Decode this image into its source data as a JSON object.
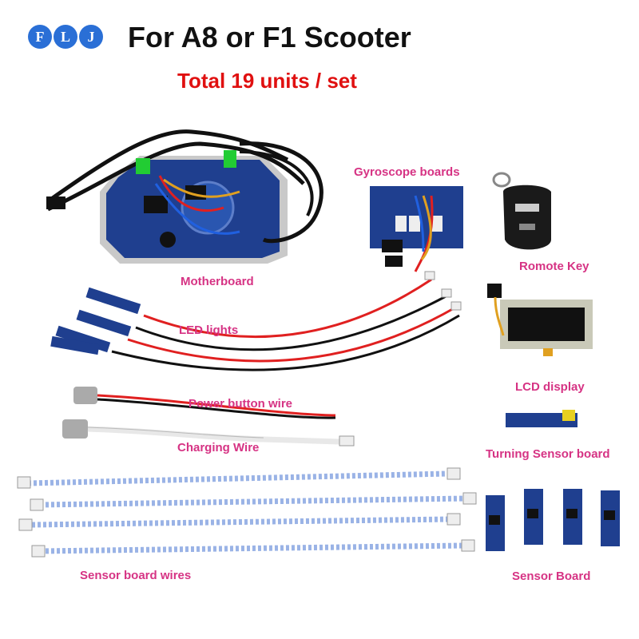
{
  "logo": {
    "text": "FLJ",
    "color": "#2a6fd6"
  },
  "title": "For A8 or F1 Scooter",
  "subtitle": "Total 19 units / set",
  "labels": {
    "motherboard": "Motherboard",
    "gyroscope": "Gyroscope boards",
    "remote_key": "Romote Key",
    "led_lights": "LED lights",
    "lcd_display": "LCD display",
    "power_button_wire": "Power button wire",
    "charging_wire": "Charging Wire",
    "turning_sensor": "Turning Sensor board",
    "sensor_wires": "Sensor board wires",
    "sensor_board": "Sensor Board"
  },
  "colors": {
    "label": "#d63384",
    "title": "#111111",
    "subtitle": "#e01010",
    "pcb": "#1f3f8f"
  }
}
